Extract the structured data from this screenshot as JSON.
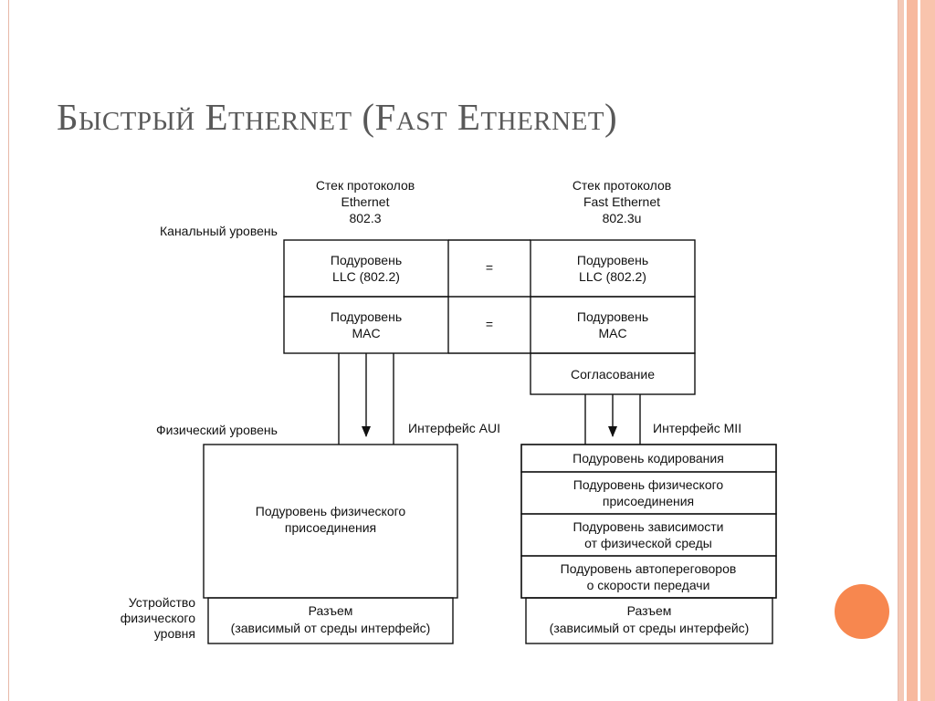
{
  "slide": {
    "title": "Быстрый Ethernet (Fast Ethernet)",
    "accent_color": "#f7874f",
    "border_color": "#e8b8a8"
  },
  "diagram": {
    "ethernet_stack": [
      "Стек протоколов",
      "Ethernet",
      "802.3"
    ],
    "fast_stack": [
      "Стек протоколов",
      "Fast Ethernet",
      "802.3u"
    ],
    "link_level": "Канальный уровень",
    "llc": [
      "Подуровень",
      "LLC (802.2)"
    ],
    "mac": [
      "Подуровень",
      "MAC"
    ],
    "equals": "=",
    "reconciliation": "Согласование",
    "physical_level": "Физический уровень",
    "aui": "Интерфейс AUI",
    "mii": "Интерфейс MII",
    "pma": [
      "Подуровень физического",
      "присоединения"
    ],
    "coding": "Подуровень кодирования",
    "fast_pma": [
      "Подуровень физического",
      "присоединения"
    ],
    "pmd": [
      "Подуровень зависимости",
      "от физической среды"
    ],
    "autoneg": [
      "Подуровень автопереговоров",
      "о скорости передачи"
    ],
    "device": [
      "Устройство",
      "физического",
      "уровня"
    ],
    "connector": [
      "Разъем",
      "(зависимый от среды интерфейс)"
    ]
  }
}
